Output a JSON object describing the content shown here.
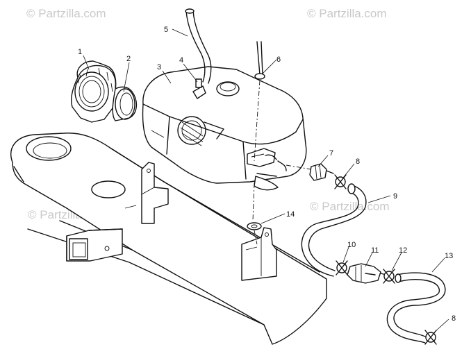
{
  "watermarks": [
    {
      "text": "© Partzilla.com"
    },
    {
      "text": "© Partzilla.com"
    },
    {
      "text": "© Partzilla.com"
    },
    {
      "text": "© Partzilla.com"
    }
  ],
  "callouts": [
    {
      "num": "1"
    },
    {
      "num": "2"
    },
    {
      "num": "3"
    },
    {
      "num": "4"
    },
    {
      "num": "5"
    },
    {
      "num": "6"
    },
    {
      "num": "7"
    },
    {
      "num": "8"
    },
    {
      "num": "9"
    },
    {
      "num": "10"
    },
    {
      "num": "11"
    },
    {
      "num": "12"
    },
    {
      "num": "13"
    },
    {
      "num": "14"
    },
    {
      "num": "8"
    }
  ],
  "colors": {
    "line": "#111111",
    "watermark": "#c9c9c9",
    "background": "#ffffff"
  }
}
